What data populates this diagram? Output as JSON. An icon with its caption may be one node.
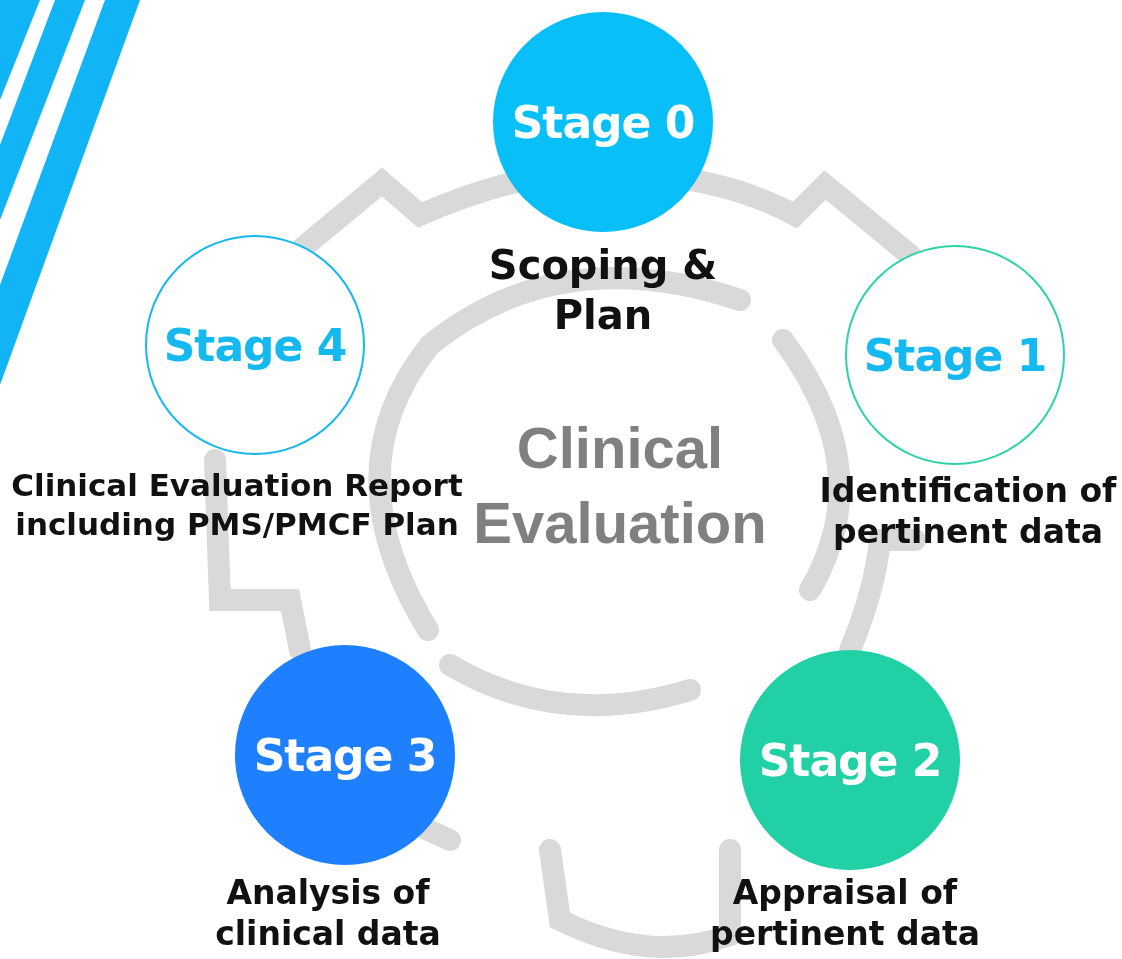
{
  "diagram": {
    "nodes": [
      {
        "text": [
          "Stage 0"
        ],
        "beside": [
          "Scoping & Plan"
        ]
      },
      {
        "text": [
          "Stage 1"
        ],
        "beside": [
          "Identification of pertinent data"
        ]
      },
      {
        "text": [
          "Stage 2"
        ],
        "beside": [
          "Appraisal of pertinent data"
        ]
      },
      {
        "text": [
          "Stage 3"
        ],
        "beside": [
          "Analysis of clinical data"
        ]
      },
      {
        "text": [
          "Stage 4"
        ],
        "beside": [
          "Clinical Evaluation Report including PMS/PMCF Plan"
        ]
      }
    ],
    "labels": [
      "Clinical Evaluation"
    ]
  }
}
